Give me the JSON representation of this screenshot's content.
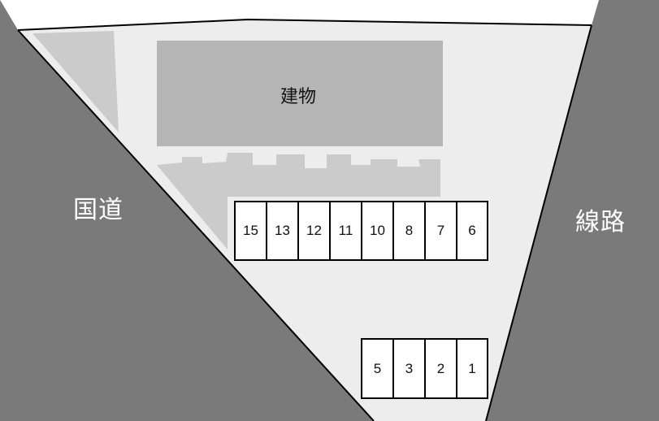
{
  "map": {
    "colors": {
      "road": "#7a7a7a",
      "lot": "#ededed",
      "building": "#b5b5b5",
      "greenery": "#cbcbcb",
      "stall": "#ffffff",
      "outline": "#000000"
    },
    "labels": {
      "national_road": "国道",
      "railway": "線路",
      "building": "建物"
    },
    "parking": {
      "upper_row": [
        "15",
        "13",
        "12",
        "11",
        "10",
        "8",
        "7",
        "6"
      ],
      "lower_row": [
        "5",
        "3",
        "2",
        "1"
      ]
    }
  }
}
